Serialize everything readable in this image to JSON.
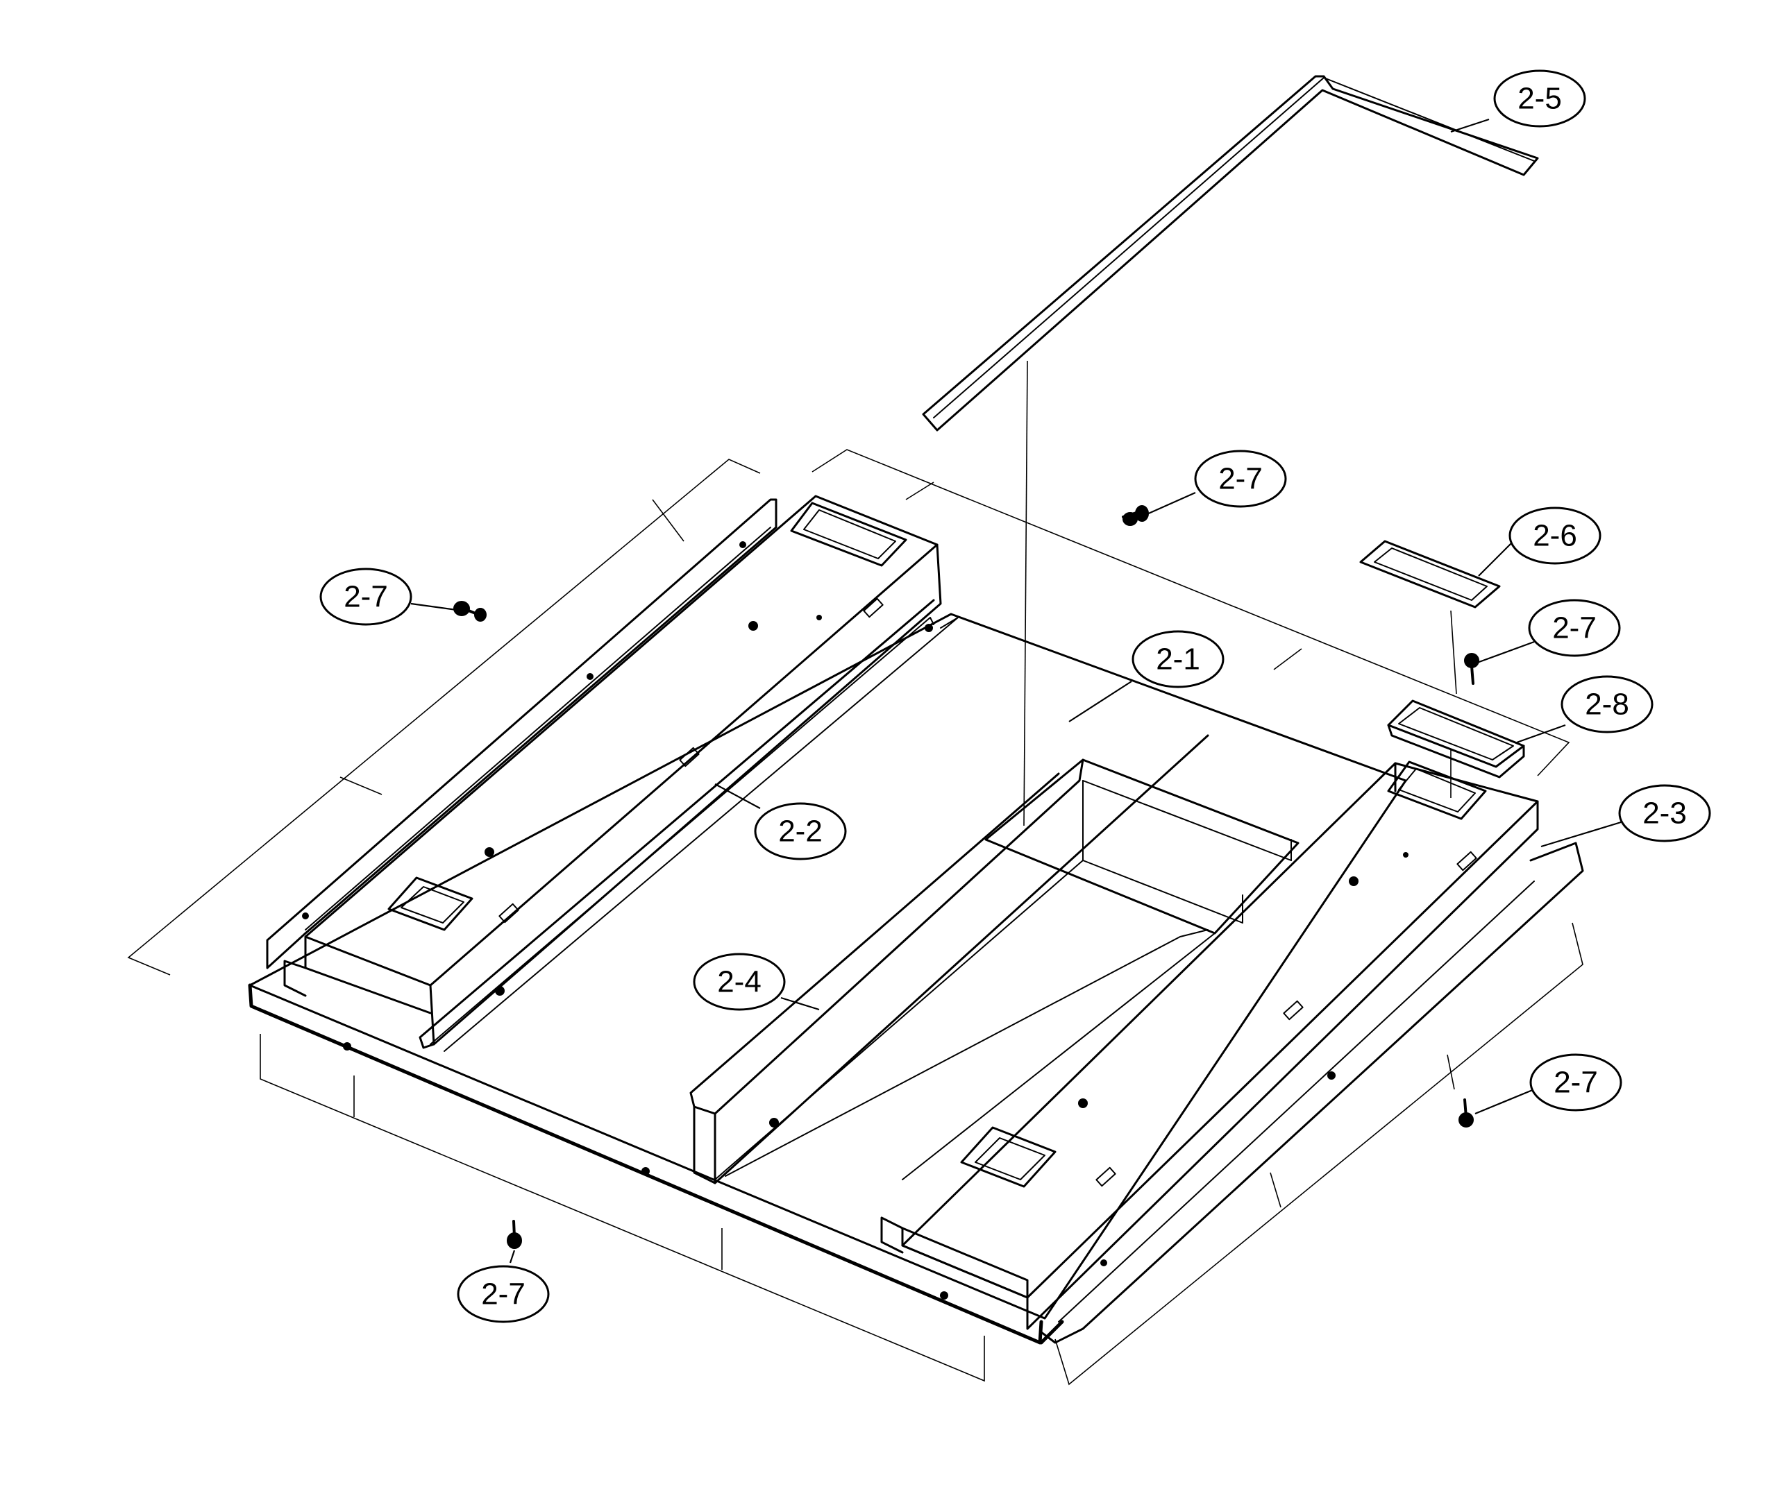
{
  "diagram": {
    "callouts": {
      "c2_1": "2-1",
      "c2_2": "2-2",
      "c2_3": "2-3",
      "c2_4": "2-4",
      "c2_5": "2-5",
      "c2_6": "2-6",
      "c2_7a": "2-7",
      "c2_7b": "2-7",
      "c2_7c": "2-7",
      "c2_7d": "2-7",
      "c2_7e": "2-7",
      "c2_8": "2-8"
    }
  }
}
